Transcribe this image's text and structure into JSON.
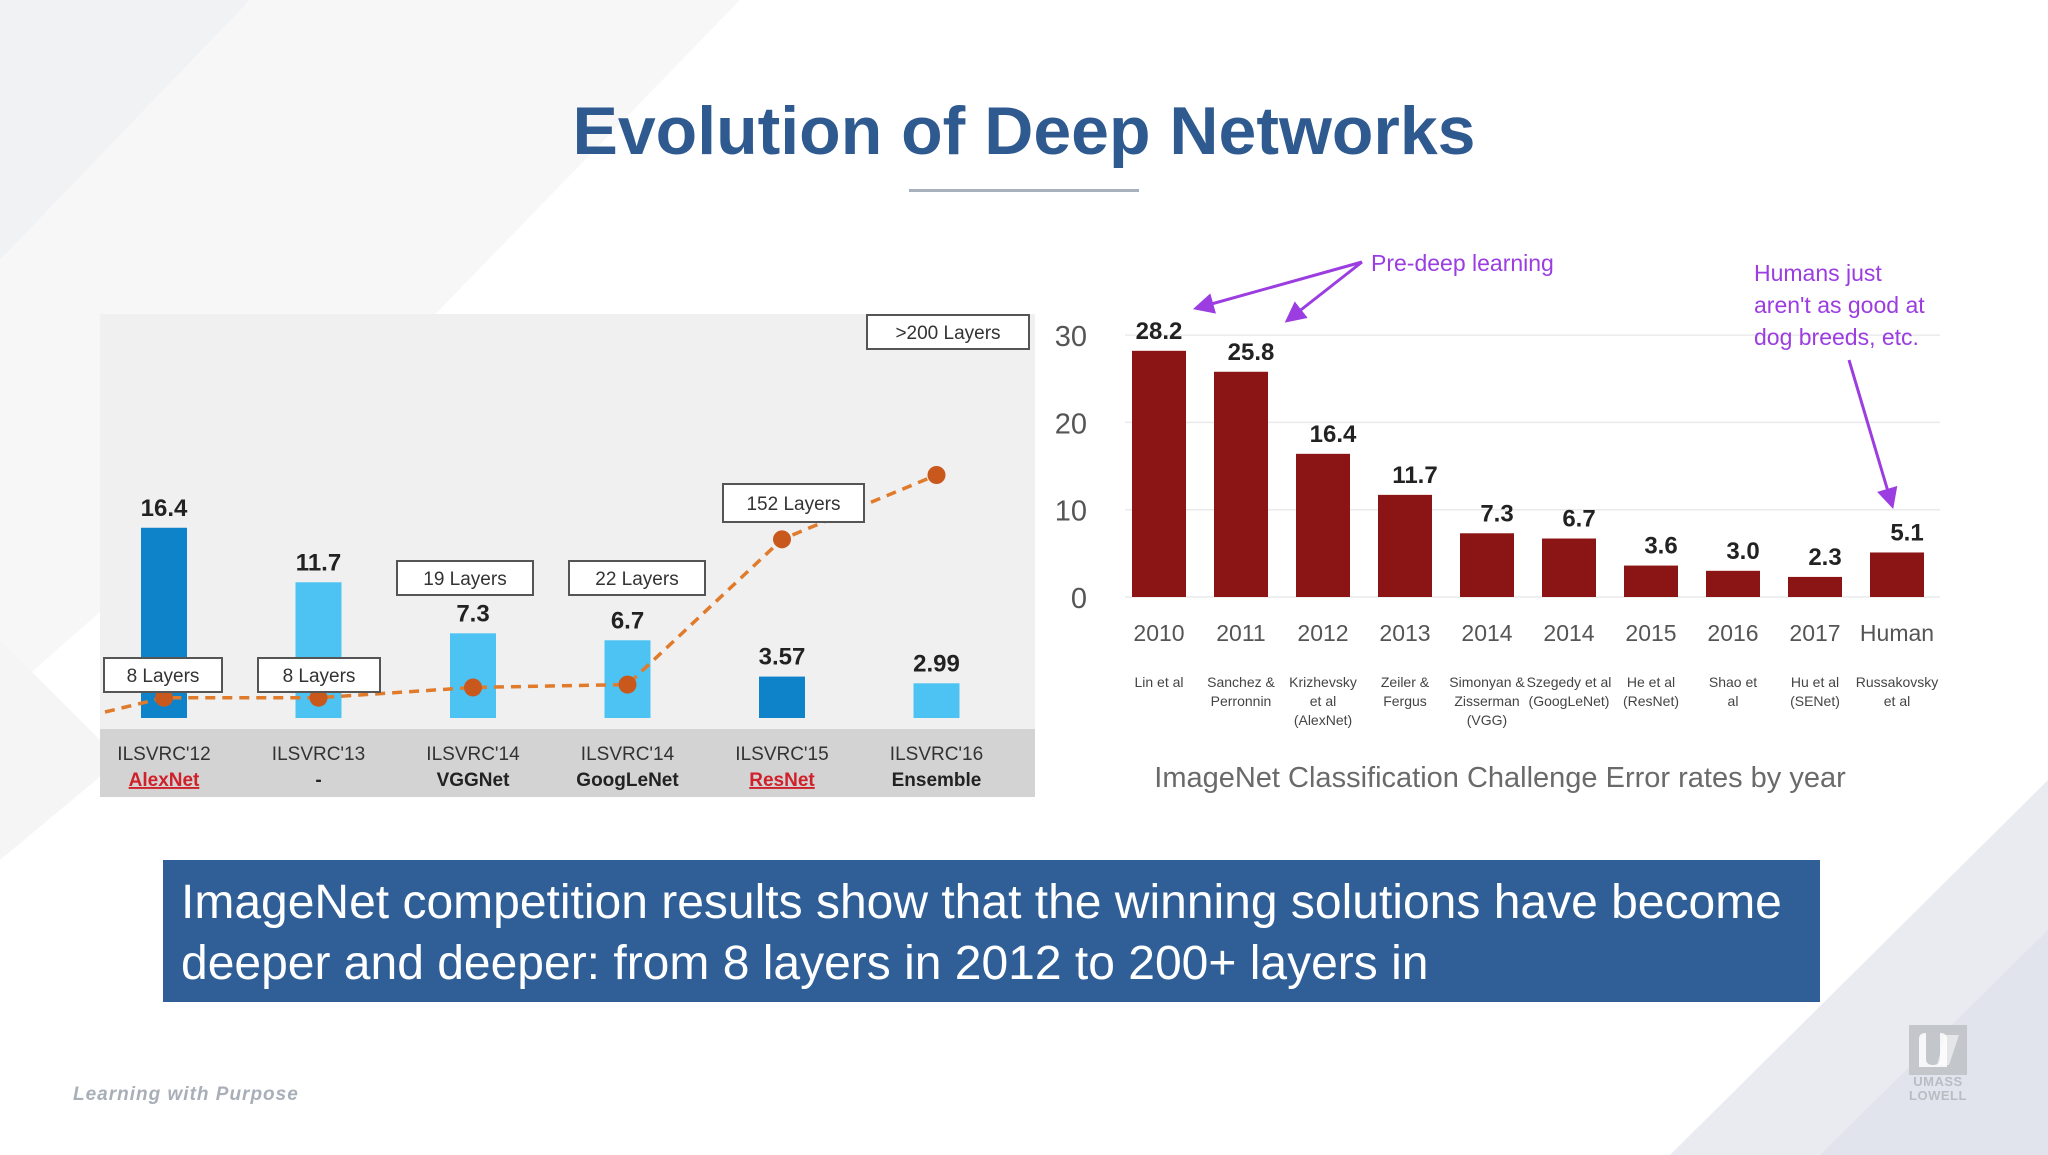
{
  "slide": {
    "title": "Evolution of Deep Networks",
    "callout_text": "ImageNet competition results show that the winning solutions have become deeper and deeper: from 8 layers in 2012 to 200+ layers in",
    "footer_tagline": "Learning with Purpose",
    "logo_text": [
      "UMASS",
      "LOWELL"
    ]
  },
  "colors": {
    "title": "#2f5a90",
    "callout_bg": "#2f5f96",
    "bar_dark_blue": "#0f83c9",
    "bar_light_blue": "#4cc3f2",
    "depth_line": "#e07b2c",
    "depth_marker": "#c9581d",
    "bar_dark_red": "#8b1414",
    "annotation_purple": "#9b3de0"
  },
  "chart_data": [
    {
      "type": "bar",
      "categories": [
        "ILSVRC'12",
        "ILSVRC'13",
        "ILSVRC'14",
        "ILSVRC'14",
        "ILSVRC'15",
        "ILSVRC'16"
      ],
      "subcategories": [
        "AlexNet",
        "-",
        "VGGNet",
        "GoogLeNet",
        "ResNet",
        "Ensemble"
      ],
      "values": [
        16.4,
        11.7,
        7.3,
        6.7,
        3.57,
        2.99
      ],
      "value_labels": [
        "16.4",
        "11.7",
        "7.3",
        "6.7",
        "3.57",
        "2.99"
      ],
      "bar_shades": [
        "dark",
        "light",
        "light",
        "light",
        "dark",
        "light"
      ],
      "depth_line": {
        "labels": [
          "8 Layers",
          "8 Layers",
          "19 Layers",
          "22 Layers",
          "152 Layers",
          ">200 Layers"
        ],
        "layers": [
          8,
          8,
          19,
          22,
          152,
          200
        ]
      },
      "ylim": [
        0,
        30
      ]
    },
    {
      "type": "bar",
      "categories": [
        "2010",
        "2011",
        "2012",
        "2013",
        "2014",
        "2014",
        "2015",
        "2016",
        "2017",
        "Human"
      ],
      "values": [
        28.2,
        25.8,
        16.4,
        11.7,
        7.3,
        6.7,
        3.6,
        3.0,
        2.3,
        5.1
      ],
      "value_labels": [
        "28.2",
        "25.8",
        "16.4",
        "11.7",
        "7.3",
        "6.7",
        "3.6",
        "3.0",
        "2.3",
        "5.1"
      ],
      "authors": [
        [
          "Lin et al"
        ],
        [
          "Sanchez &",
          "Perronnin"
        ],
        [
          "Krizhevsky",
          "et al",
          "(AlexNet)"
        ],
        [
          "Zeiler &",
          "Fergus"
        ],
        [
          "Simonyan &",
          "Zisserman",
          "(VGG)"
        ],
        [
          "Szegedy et al",
          "(GoogLeNet)"
        ],
        [
          "He et al",
          "(ResNet)"
        ],
        [
          "Shao et",
          "al"
        ],
        [
          "Hu et al",
          "(SENet)"
        ],
        [
          "Russakovsky",
          "et al"
        ]
      ],
      "yticks": [
        "30",
        "20",
        "10",
        "0"
      ],
      "ylim": [
        0,
        30
      ],
      "grid": true,
      "annotations": [
        "Pre-deep learning",
        "Humans just",
        "aren't as good at",
        "dog breeds, etc."
      ],
      "caption": "ImageNet Classification Challenge Error rates by year"
    }
  ]
}
